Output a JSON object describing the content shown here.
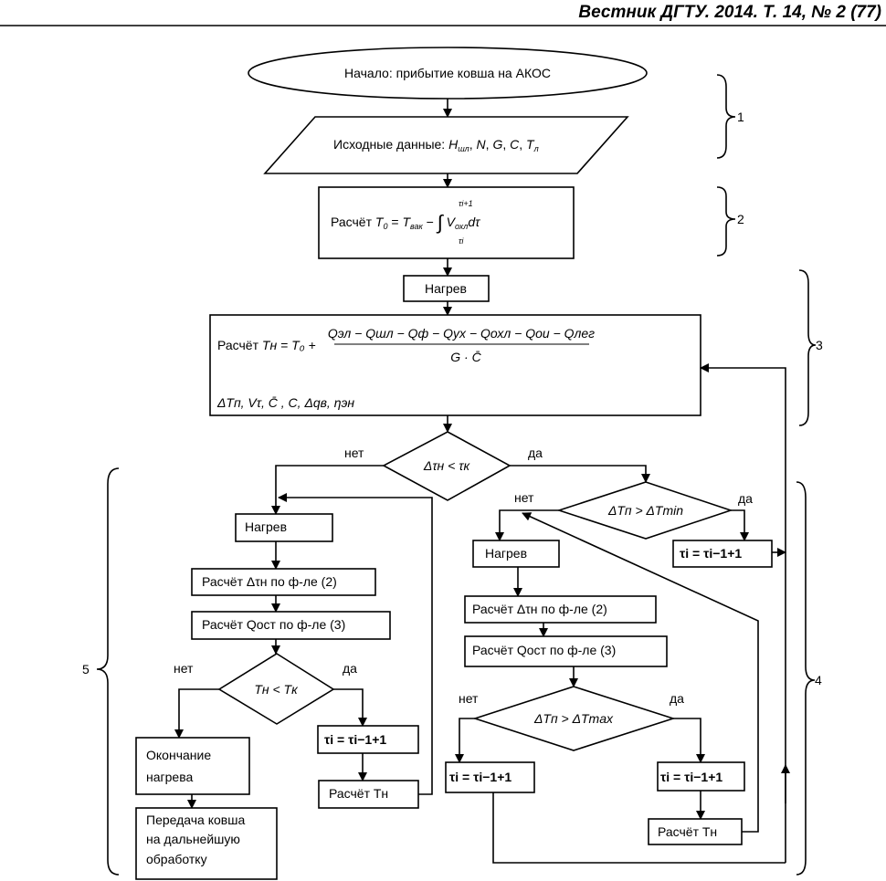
{
  "header": {
    "journal": "Вестник ДГТУ. 2014. Т. 14, № 2 (77)"
  },
  "nodes": {
    "start": "Начало: прибытие ковша на АКОС",
    "input": {
      "label": "Исходные данные:",
      "vars": [
        "H",
        "шл",
        "N",
        "G",
        "C",
        "T",
        "л"
      ]
    },
    "calc_t0": {
      "label": "Расчёт",
      "formula": "T₀ = Tвак − ∫ Vохл dτ",
      "lhs": "T",
      "lhs_sub": "0",
      "t": "T",
      "t_sub": "вак",
      "v": "V",
      "v_sub": "охл",
      "d": "dτ",
      "upper": "τi+1",
      "lower": "τi"
    },
    "heat_main": "Нагрев",
    "calc_tn": {
      "label": "Расчёт",
      "lhs": "Tн = T₀ +",
      "numerator": "Qэл − Qшл − Qф − Qух − Qохл − Qои − Qлег",
      "denominator": "G · C̄",
      "params": "ΔTп, Vτ, C̄ , C, Δqв, ηэн"
    },
    "dec1": {
      "text": "Δτн < τк",
      "no": "нет",
      "yes": "да"
    },
    "dec2": {
      "text": "ΔTп > ΔTmin",
      "no": "нет",
      "yes": "да"
    },
    "left": {
      "heat": "Нагрев",
      "calc_dt": "Расчёт Δτн по ф-ле (2)",
      "calc_q": "Расчёт Qост по ф-ле (3)",
      "dec": {
        "text": "Tн < Tк",
        "no": "нет",
        "yes": "да"
      },
      "end_heat": [
        "Окончание",
        "нагрева"
      ],
      "transfer": [
        "Передача ковша",
        "на дальнейшую",
        "обработку"
      ],
      "tau": "τi = τi−1+1",
      "calc_tn": "Расчёт Tн"
    },
    "mid": {
      "heat": "Нагрев",
      "calc_dt": "Расчёт Δτн по ф-ле (2)",
      "calc_q": "Расчёт Qост по ф-ле (3)",
      "dec": {
        "text": "ΔTп > ΔTmax",
        "no": "нет",
        "yes": "да"
      },
      "tau_no": "τi = τi−1+1",
      "tau_yes": "τi = τi−1+1",
      "calc_tn": "Расчёт Tн"
    },
    "right_tau": "τi = τi−1+1"
  },
  "braces": [
    "1",
    "2",
    "3",
    "4",
    "5"
  ]
}
